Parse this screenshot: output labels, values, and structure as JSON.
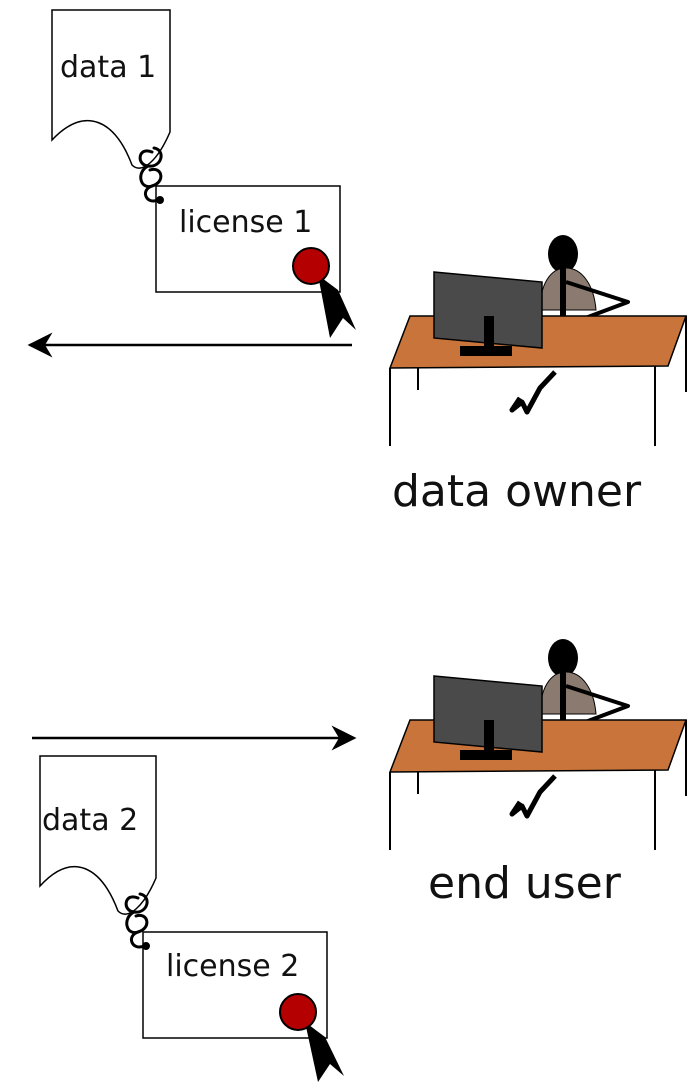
{
  "colors": {
    "desk": "#c8743a",
    "monitor": "#4a4a4a",
    "person_body": "#8b7a6f",
    "seal": "#b40000",
    "ink": "#000000"
  },
  "top": {
    "document_label": "data 1",
    "license_label": "license 1",
    "role_label": "data owner",
    "arrow_direction": "left"
  },
  "bottom": {
    "document_label": "data 2",
    "license_label": "license 2",
    "role_label": "end user",
    "arrow_direction": "right"
  },
  "icons": [
    "document-icon",
    "paper-clip-icon",
    "license-certificate-icon",
    "seal-icon",
    "person-at-desk-icon",
    "monitor-icon",
    "arrow-icon"
  ]
}
